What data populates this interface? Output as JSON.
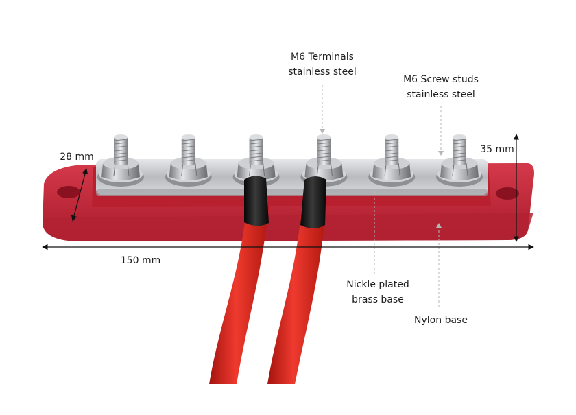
{
  "labels": {
    "terminals": {
      "line1": "M6 Terminals",
      "line2": "stainless steel"
    },
    "studs": {
      "line1": "M6 Screw studs",
      "line2": "stainless steel"
    },
    "brass_base": {
      "line1": "Nickle plated",
      "line2": "brass base"
    },
    "nylon_base": "Nylon base",
    "dim_depth": "28 mm",
    "dim_height": "35 mm",
    "dim_length": "150 mm"
  },
  "studs_count": 6,
  "colors": {
    "nylon_base": "#c8283a",
    "nylon_shadow": "#9a1626",
    "brass_plate": "#c9cacd",
    "cable": "#e0241f",
    "heatshrink": "#141414",
    "leader_line": "#b5b5b5",
    "dimension_line": "#111111"
  }
}
